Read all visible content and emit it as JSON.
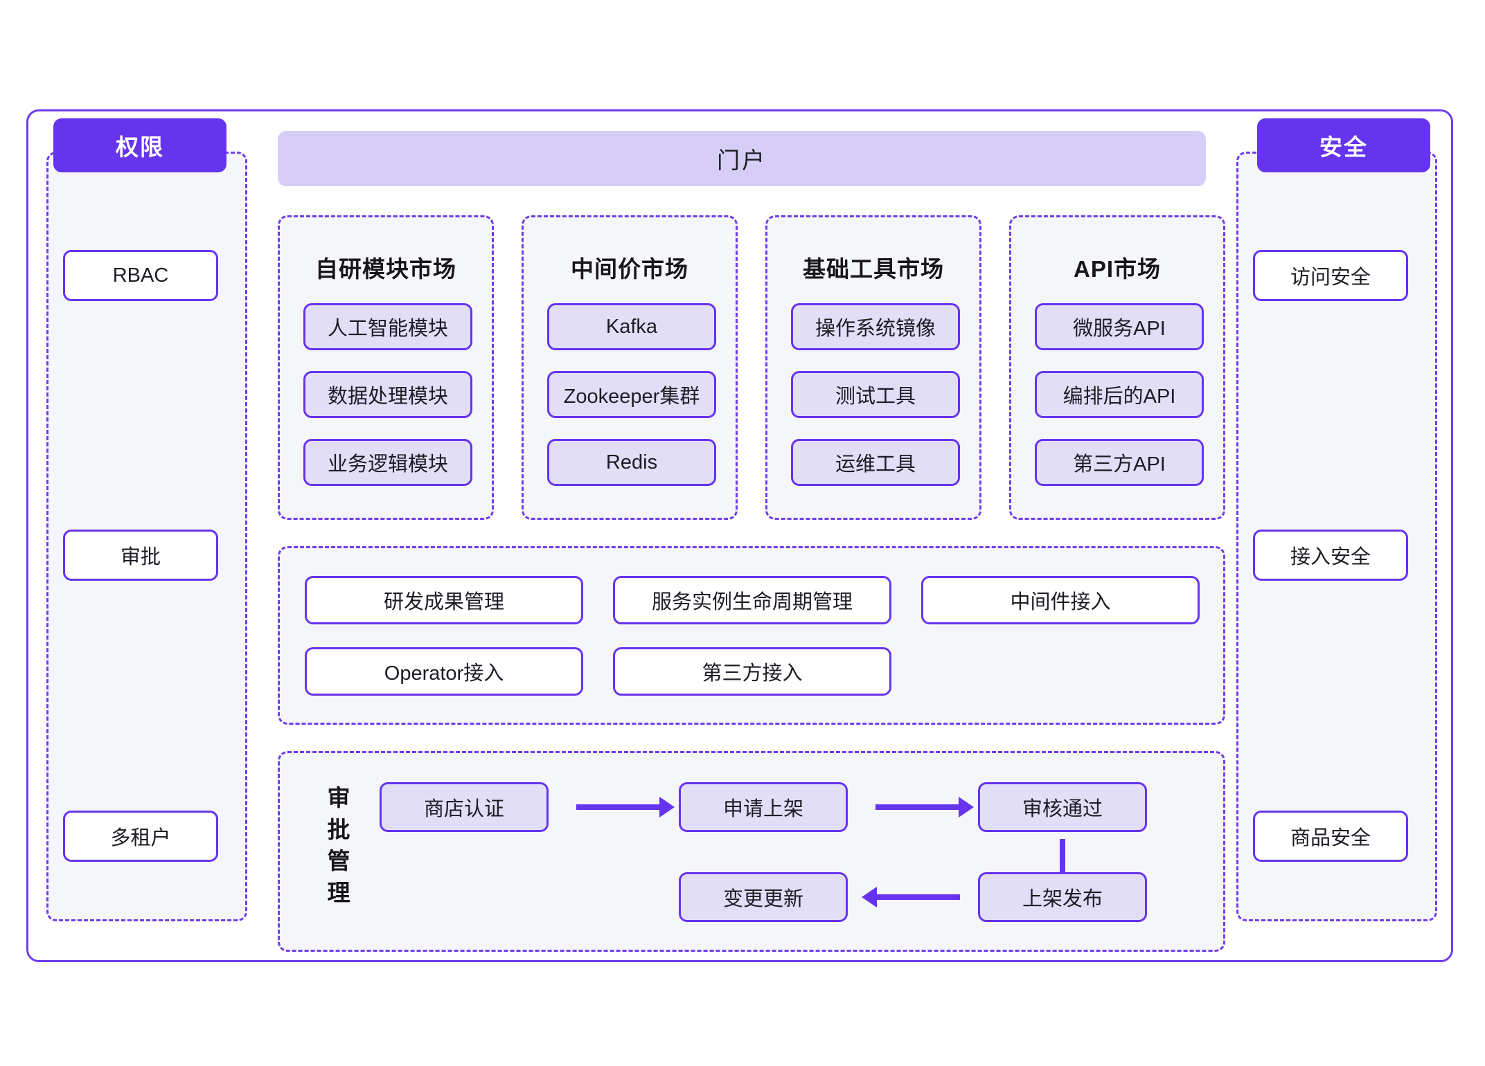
{
  "diagram": {
    "colors": {
      "accent": "#6633ee",
      "frame_border": "#6e3cec",
      "panel_bg": "#f5f6f9",
      "portal_bg": "#d7cef7",
      "chip_bg": "#e3def8",
      "text": "#1c1c24"
    }
  },
  "left_column": {
    "header": "权限",
    "items": [
      {
        "label": "RBAC"
      },
      {
        "label": "审批"
      },
      {
        "label": "多租户"
      }
    ]
  },
  "right_column": {
    "header": "安全",
    "items": [
      {
        "label": "访问安全"
      },
      {
        "label": "接入安全"
      },
      {
        "label": "商品安全"
      }
    ]
  },
  "portal": {
    "title": "门户"
  },
  "markets": [
    {
      "title": "自研模块市场",
      "items": [
        "人工智能模块",
        "数据处理模块",
        "业务逻辑模块"
      ]
    },
    {
      "title": "中间价市场",
      "items": [
        "Kafka",
        "Zookeeper集群",
        "Redis"
      ]
    },
    {
      "title": "基础工具市场",
      "items": [
        "操作系统镜像",
        "测试工具",
        "运维工具"
      ]
    },
    {
      "title": "API市场",
      "items": [
        "微服务API",
        "编排后的API",
        "第三方API"
      ]
    }
  ],
  "capabilities": {
    "row1": [
      "研发成果管理",
      "服务实例生命周期管理",
      "中间件接入"
    ],
    "row2": [
      "Operator接入",
      "第三方接入"
    ]
  },
  "approval": {
    "label": "审批管理",
    "label_chars": [
      "审",
      "批",
      "管",
      "理"
    ],
    "steps": {
      "store_cert": "商店认证",
      "apply_listing": "申请上架",
      "review_passed": "审核通过",
      "publish": "上架发布",
      "change_update": "变更更新"
    },
    "flow": [
      "商店认证 → 申请上架",
      "申请上架 → 审核通过",
      "审核通过 → 上架发布",
      "上架发布 → 变更更新"
    ]
  }
}
